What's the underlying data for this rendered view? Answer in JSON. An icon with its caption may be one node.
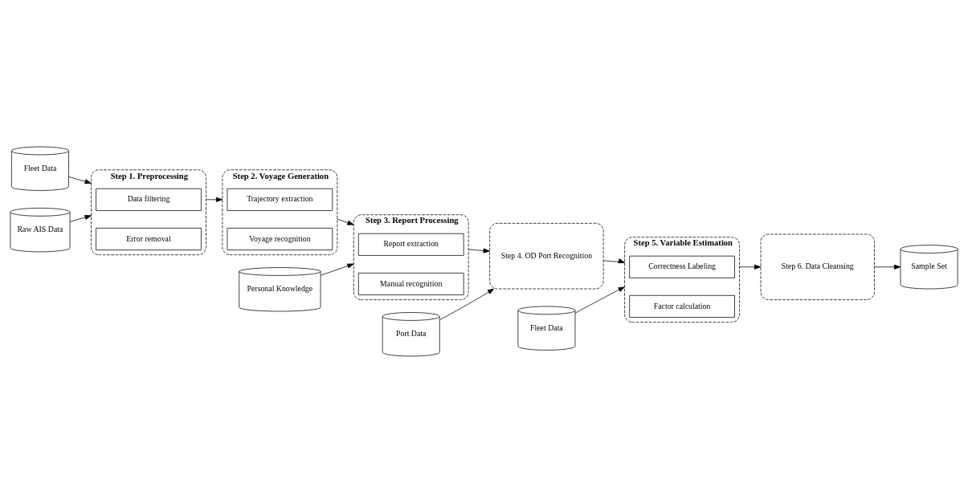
{
  "diagram": {
    "nodes": [
      {
        "text": [
          "Fleet Data"
        ]
      },
      {
        "text": [
          "Raw AIS Data"
        ]
      },
      {
        "text": [
          "Step 1. Preprocessing"
        ]
      },
      {
        "text": [
          "Data filtering"
        ],
        "in": 2
      },
      {
        "text": [
          "Error removal"
        ],
        "in": 2
      },
      {
        "text": [
          "Step 2. Voyage Generation"
        ]
      },
      {
        "text": [
          "Trajectory extraction"
        ],
        "in": 5
      },
      {
        "text": [
          "Voyage recognition"
        ],
        "in": 5
      },
      {
        "text": [
          "Personal Knowledge"
        ]
      },
      {
        "text": [
          "Step 3. Report Processing"
        ]
      },
      {
        "text": [
          "Report extraction"
        ],
        "in": 9
      },
      {
        "text": [
          "Manual recognition"
        ],
        "in": 9
      },
      {
        "text": [
          "Sample Set"
        ]
      },
      {
        "text": [
          "Step 6. Data Cleansing"
        ]
      },
      {
        "text": [
          "Step 5. Variable Estimation"
        ]
      },
      {
        "text": [
          "Correctness Labeling"
        ],
        "in": 14
      },
      {
        "text": [
          "Factor calculation"
        ],
        "in": 14
      },
      {
        "text": [
          "Step 4. OD Port Recognition"
        ]
      },
      {
        "text": [
          "Fleet Data"
        ]
      },
      {
        "text": [
          "Port Data"
        ]
      }
    ],
    "edges": [
      {
        "from": 0,
        "to": 2,
        "arrow": "to"
      },
      {
        "from": 1,
        "to": 2,
        "arrow": "to"
      },
      {
        "from": 2,
        "to": 5,
        "arrow": "to"
      },
      {
        "from": 5,
        "to": 9,
        "arrow": "to"
      },
      {
        "from": 8,
        "to": 9,
        "arrow": "to"
      },
      {
        "from": 9,
        "to": 17,
        "arrow": "to"
      },
      {
        "from": 17,
        "to": 14,
        "arrow": "to"
      },
      {
        "from": 14,
        "to": 13,
        "arrow": "to"
      },
      {
        "from": 13,
        "to": 12,
        "arrow": "to"
      },
      {
        "from": 18,
        "to": 14,
        "arrow": "to"
      },
      {
        "from": 19,
        "to": 17,
        "arrow": "to"
      }
    ]
  }
}
